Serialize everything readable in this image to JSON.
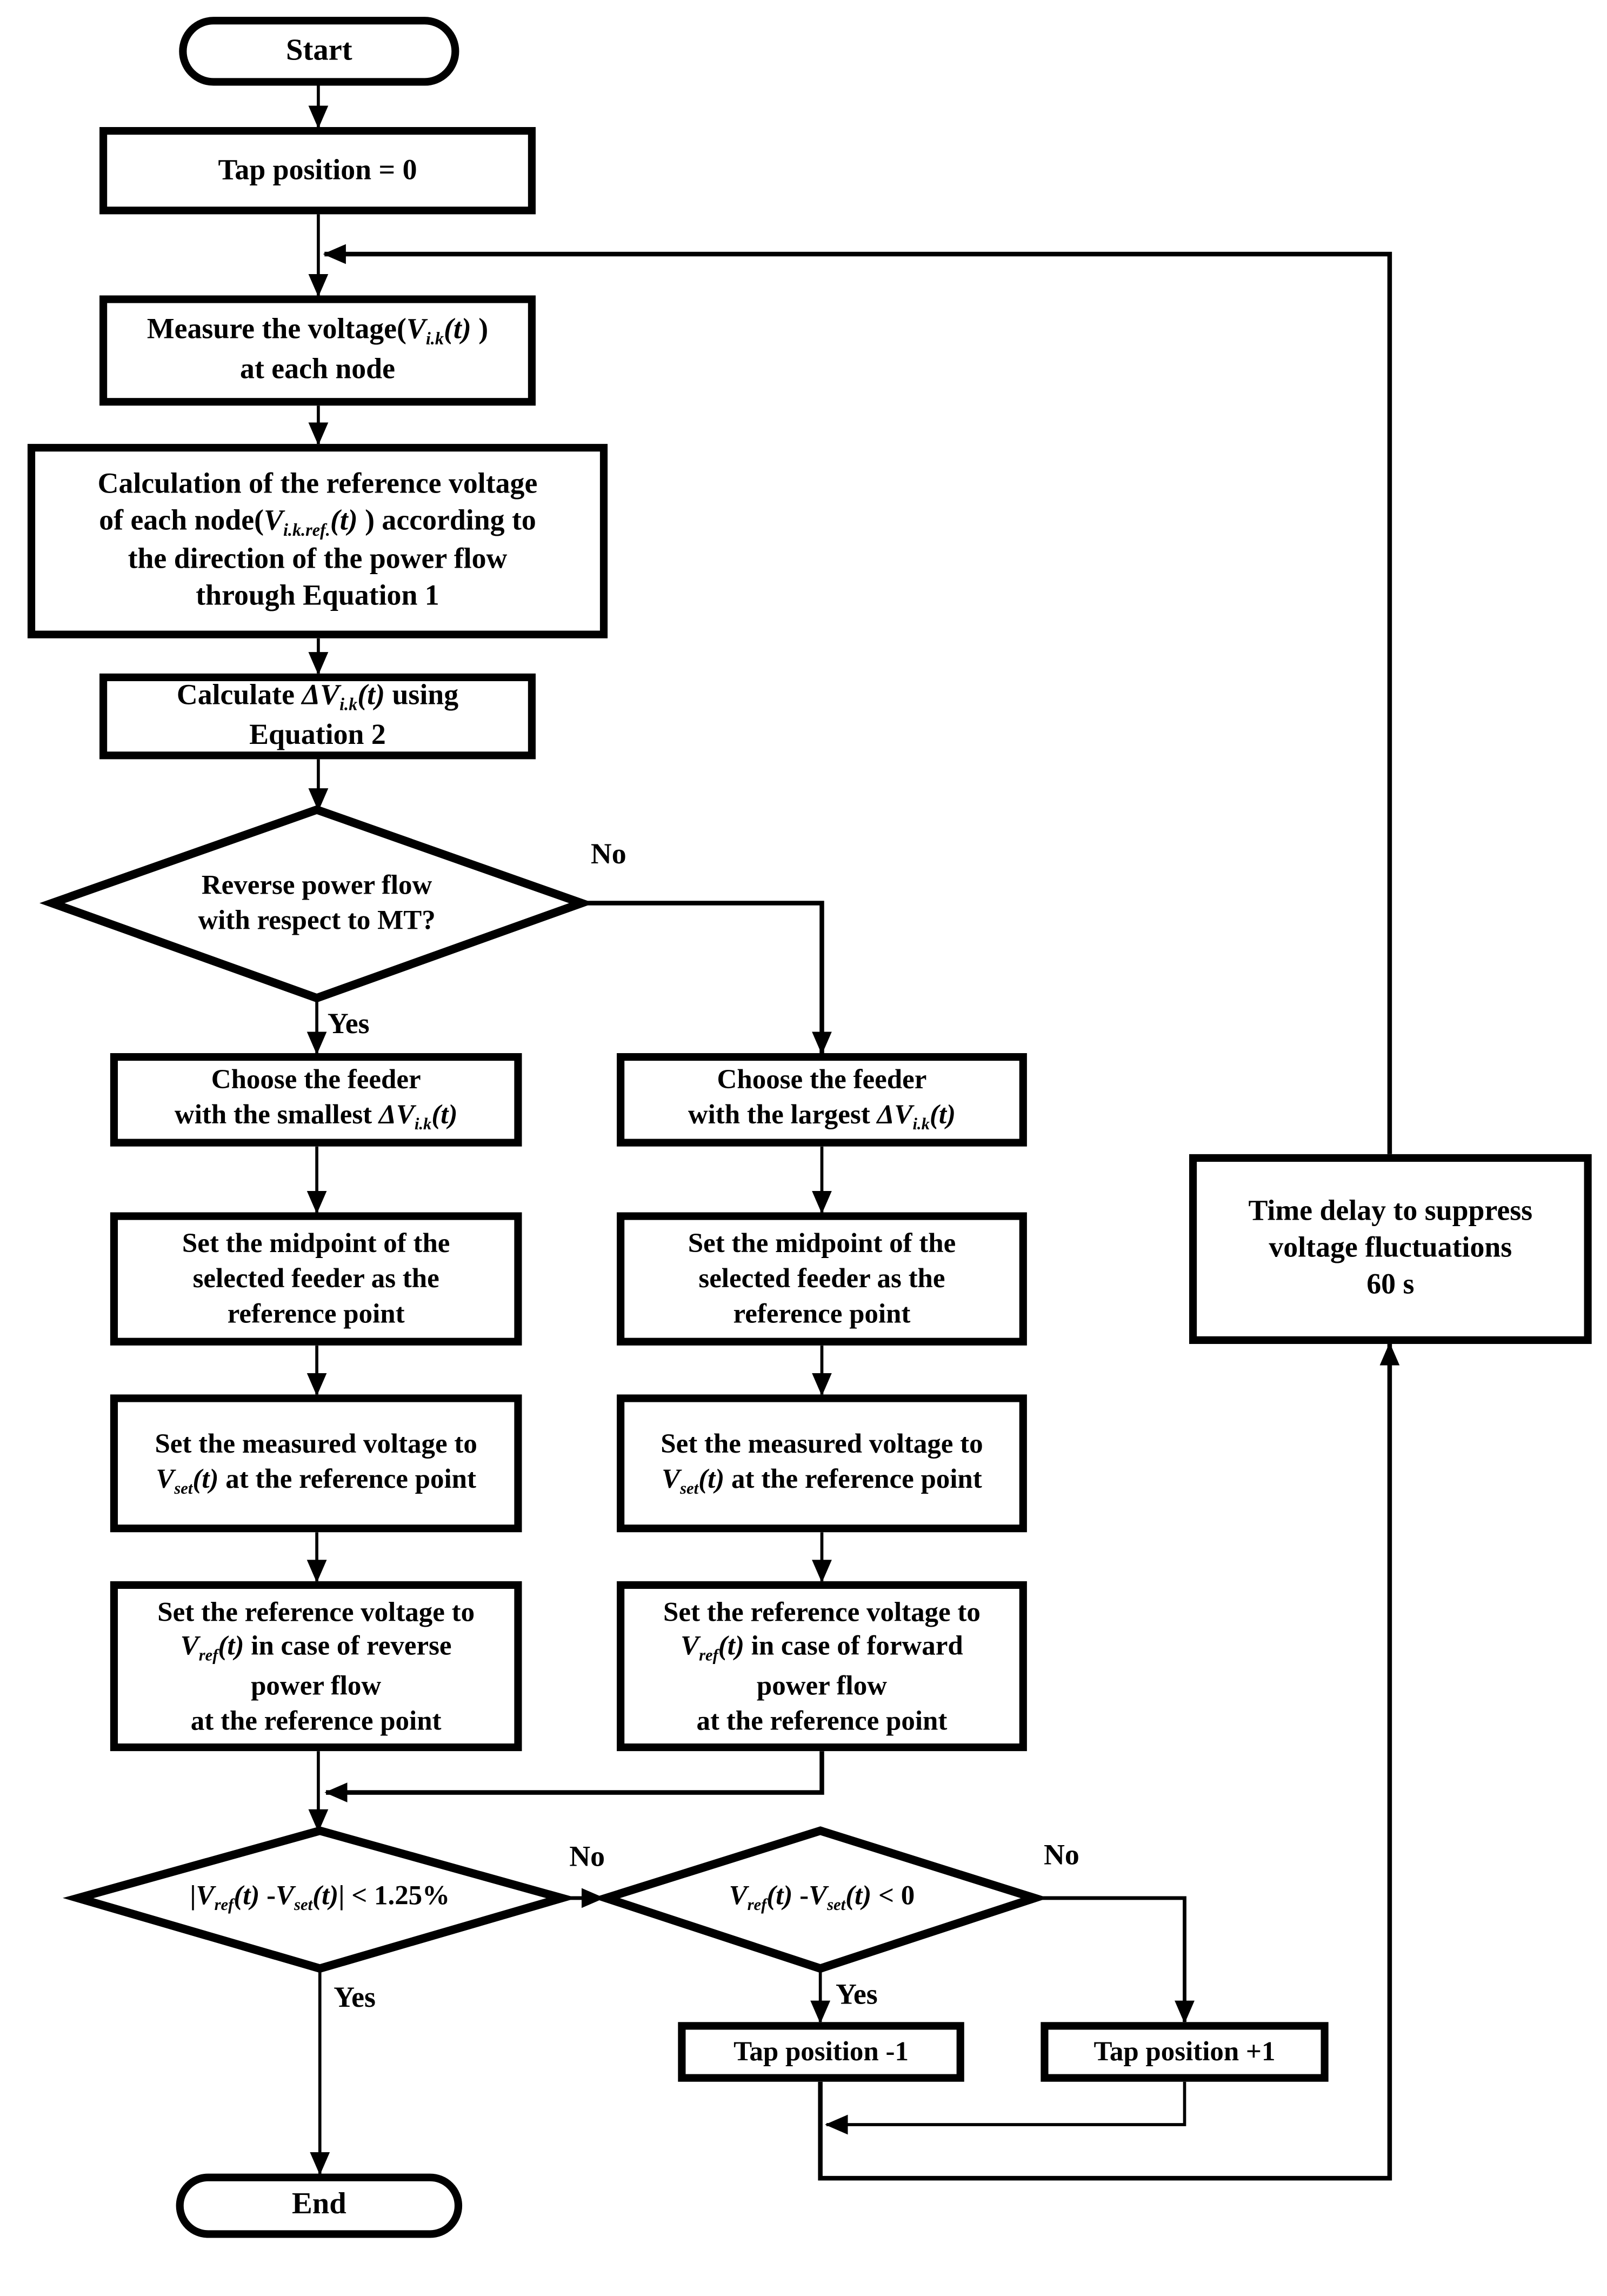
{
  "figure": {
    "type": "flowchart",
    "ink_color": "#000000",
    "paper_color": "#ffffff"
  },
  "nodes": {
    "start": {
      "label": "Start"
    },
    "tap_zero": {
      "label": "Tap position = 0"
    },
    "measure": {
      "lines": [
        [
          {
            "t": "Measure the voltage("
          },
          {
            "t": "V",
            "it": 1
          },
          {
            "t": "i.k",
            "sub": 1
          },
          {
            "t": "(t)",
            "it": 1
          },
          {
            "t": " )"
          }
        ],
        [
          {
            "t": "at each node"
          }
        ]
      ]
    },
    "calc_ref": {
      "lines": [
        [
          {
            "t": "Calculation of the reference voltage"
          }
        ],
        [
          {
            "t": "of each node("
          },
          {
            "t": "V",
            "it": 1
          },
          {
            "t": "i.k.ref.",
            "sub": 1
          },
          {
            "t": "(t)",
            "it": 1
          },
          {
            "t": " ) according to"
          }
        ],
        [
          {
            "t": "the direction of the power flow"
          }
        ],
        [
          {
            "t": "through Equation 1"
          }
        ]
      ]
    },
    "calc_dv": {
      "lines": [
        [
          {
            "t": "Calculate "
          },
          {
            "t": "ΔV",
            "it": 1
          },
          {
            "t": "i.k",
            "sub": 1
          },
          {
            "t": "(t)",
            "it": 1
          },
          {
            "t": " using"
          }
        ],
        [
          {
            "t": "Equation 2"
          }
        ]
      ]
    },
    "dec_reverse": {
      "lines": [
        [
          {
            "t": "Reverse power flow"
          }
        ],
        [
          {
            "t": "with respect to MT?"
          }
        ]
      ]
    },
    "choose_smallest": {
      "lines": [
        [
          {
            "t": "Choose the feeder"
          }
        ],
        [
          {
            "t": "with the smallest "
          },
          {
            "t": "ΔV",
            "it": 1
          },
          {
            "t": "i.k",
            "sub": 1
          },
          {
            "t": "(t)",
            "it": 1
          }
        ]
      ]
    },
    "choose_largest": {
      "lines": [
        [
          {
            "t": "Choose the feeder"
          }
        ],
        [
          {
            "t": "with the largest "
          },
          {
            "t": "ΔV",
            "it": 1
          },
          {
            "t": "i.k",
            "sub": 1
          },
          {
            "t": "(t)",
            "it": 1
          }
        ]
      ]
    },
    "midpoint_left": {
      "lines": [
        [
          {
            "t": "Set the midpoint of the"
          }
        ],
        [
          {
            "t": "selected feeder as the"
          }
        ],
        [
          {
            "t": "reference point"
          }
        ]
      ]
    },
    "midpoint_right": {
      "lines": [
        [
          {
            "t": "Set the midpoint of the"
          }
        ],
        [
          {
            "t": "selected feeder as the"
          }
        ],
        [
          {
            "t": "reference point"
          }
        ]
      ]
    },
    "measured_left": {
      "lines": [
        [
          {
            "t": "Set the measured voltage to"
          }
        ],
        [
          {
            "t": "V",
            "it": 1
          },
          {
            "t": "set",
            "sub": 1
          },
          {
            "t": "(t)",
            "it": 1
          },
          {
            "t": " at the reference point"
          }
        ]
      ]
    },
    "measured_right": {
      "lines": [
        [
          {
            "t": "Set the measured voltage to"
          }
        ],
        [
          {
            "t": "V",
            "it": 1
          },
          {
            "t": "set",
            "sub": 1
          },
          {
            "t": "(t)",
            "it": 1
          },
          {
            "t": " at the reference point"
          }
        ]
      ]
    },
    "ref_reverse": {
      "lines": [
        [
          {
            "t": "Set the reference voltage to"
          }
        ],
        [
          {
            "t": "V",
            "it": 1
          },
          {
            "t": "ref",
            "sub": 1
          },
          {
            "t": "(t)",
            "it": 1
          },
          {
            "t": " in case of reverse"
          }
        ],
        [
          {
            "t": "power flow"
          }
        ],
        [
          {
            "t": "at the reference point"
          }
        ]
      ]
    },
    "ref_forward": {
      "lines": [
        [
          {
            "t": "Set the reference voltage to"
          }
        ],
        [
          {
            "t": "V",
            "it": 1
          },
          {
            "t": "ref",
            "sub": 1
          },
          {
            "t": "(t)",
            "it": 1
          },
          {
            "t": " in case of forward"
          }
        ],
        [
          {
            "t": "power flow"
          }
        ],
        [
          {
            "t": "at the reference point"
          }
        ]
      ]
    },
    "time_delay": {
      "lines": [
        [
          {
            "t": "Time delay to suppress"
          }
        ],
        [
          {
            "t": "voltage fluctuations"
          }
        ],
        [
          {
            "t": "60 s"
          }
        ]
      ]
    },
    "dec_deadband": {
      "lines": [
        [
          {
            "t": "|"
          },
          {
            "t": "V",
            "it": 1
          },
          {
            "t": "ref",
            "sub": 1
          },
          {
            "t": "(t)",
            "it": 1
          },
          {
            "t": " -"
          },
          {
            "t": "V",
            "it": 1
          },
          {
            "t": "set",
            "sub": 1
          },
          {
            "t": "(t)",
            "it": 1
          },
          {
            "t": "| < 1.25%"
          }
        ]
      ]
    },
    "dec_sign": {
      "lines": [
        [
          {
            "t": "V",
            "it": 1
          },
          {
            "t": "ref",
            "sub": 1
          },
          {
            "t": "(t)",
            "it": 1
          },
          {
            "t": " -"
          },
          {
            "t": "V",
            "it": 1
          },
          {
            "t": "set",
            "sub": 1
          },
          {
            "t": "(t)",
            "it": 1
          },
          {
            "t": " < 0"
          }
        ]
      ]
    },
    "tap_minus": {
      "label": "Tap position -1"
    },
    "tap_plus": {
      "label": "Tap position +1"
    },
    "end": {
      "label": "End"
    }
  },
  "branch_labels": {
    "dec_reverse_no": "No",
    "dec_reverse_yes": "Yes",
    "dec_deadband_no": "No",
    "dec_deadband_yes": "Yes",
    "dec_sign_no": "No",
    "dec_sign_yes": "Yes"
  }
}
